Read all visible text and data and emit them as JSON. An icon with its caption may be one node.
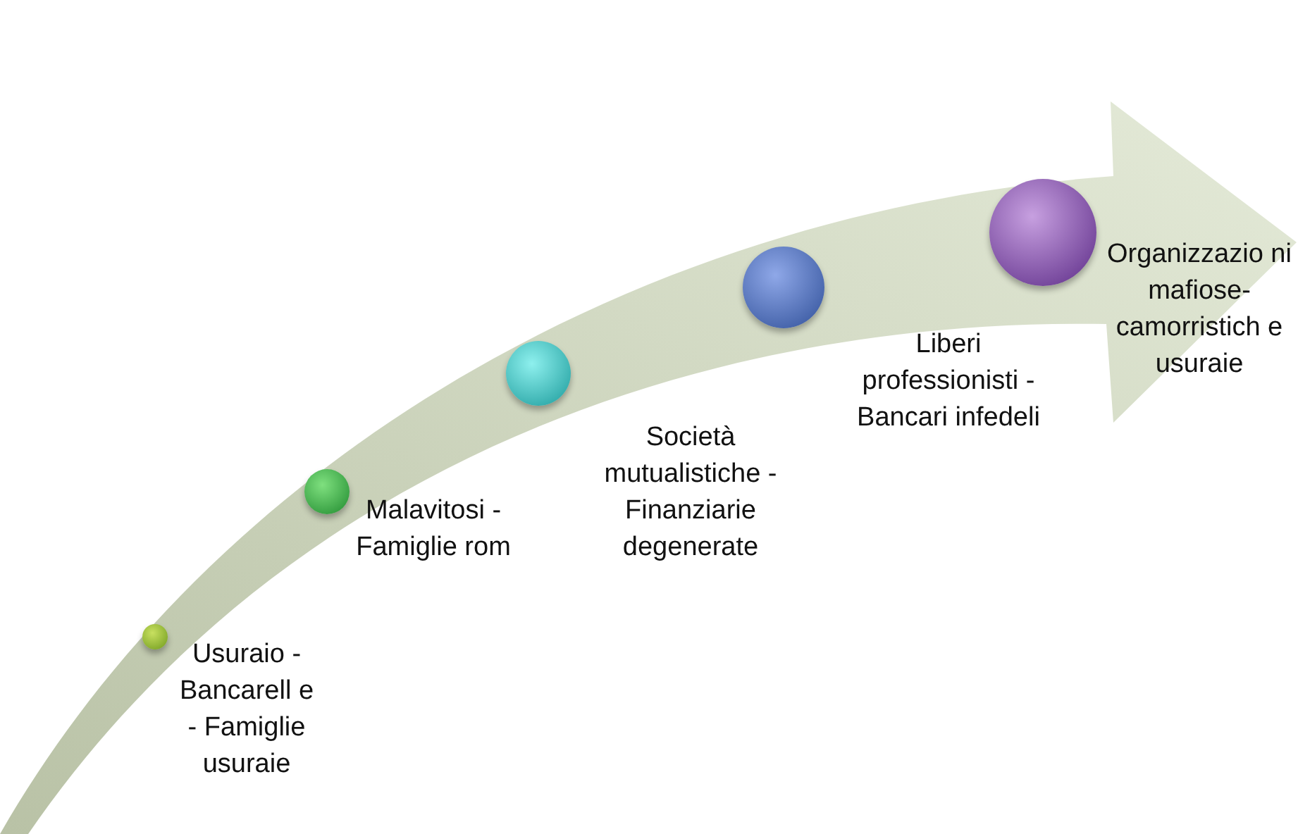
{
  "diagram": {
    "nodes": [
      {
        "text": [],
        "shape": "circle",
        "beside": [
          "Usuraio - Bancarell e - Famiglie usuraie"
        ]
      },
      {
        "text": [],
        "shape": "circle",
        "beside": [
          "Malavitosi - Famiglie rom"
        ]
      },
      {
        "text": [],
        "shape": "circle",
        "beside": [
          "Società mutualistiche - Finanziarie degenerate"
        ]
      },
      {
        "text": [],
        "shape": "circle",
        "beside": [
          "Liberi professionisti - Bancari infedeli"
        ]
      },
      {
        "text": [],
        "shape": "circle",
        "beside": [
          "Organizzazio ni mafiose- camorristich e usuraie"
        ]
      }
    ]
  }
}
